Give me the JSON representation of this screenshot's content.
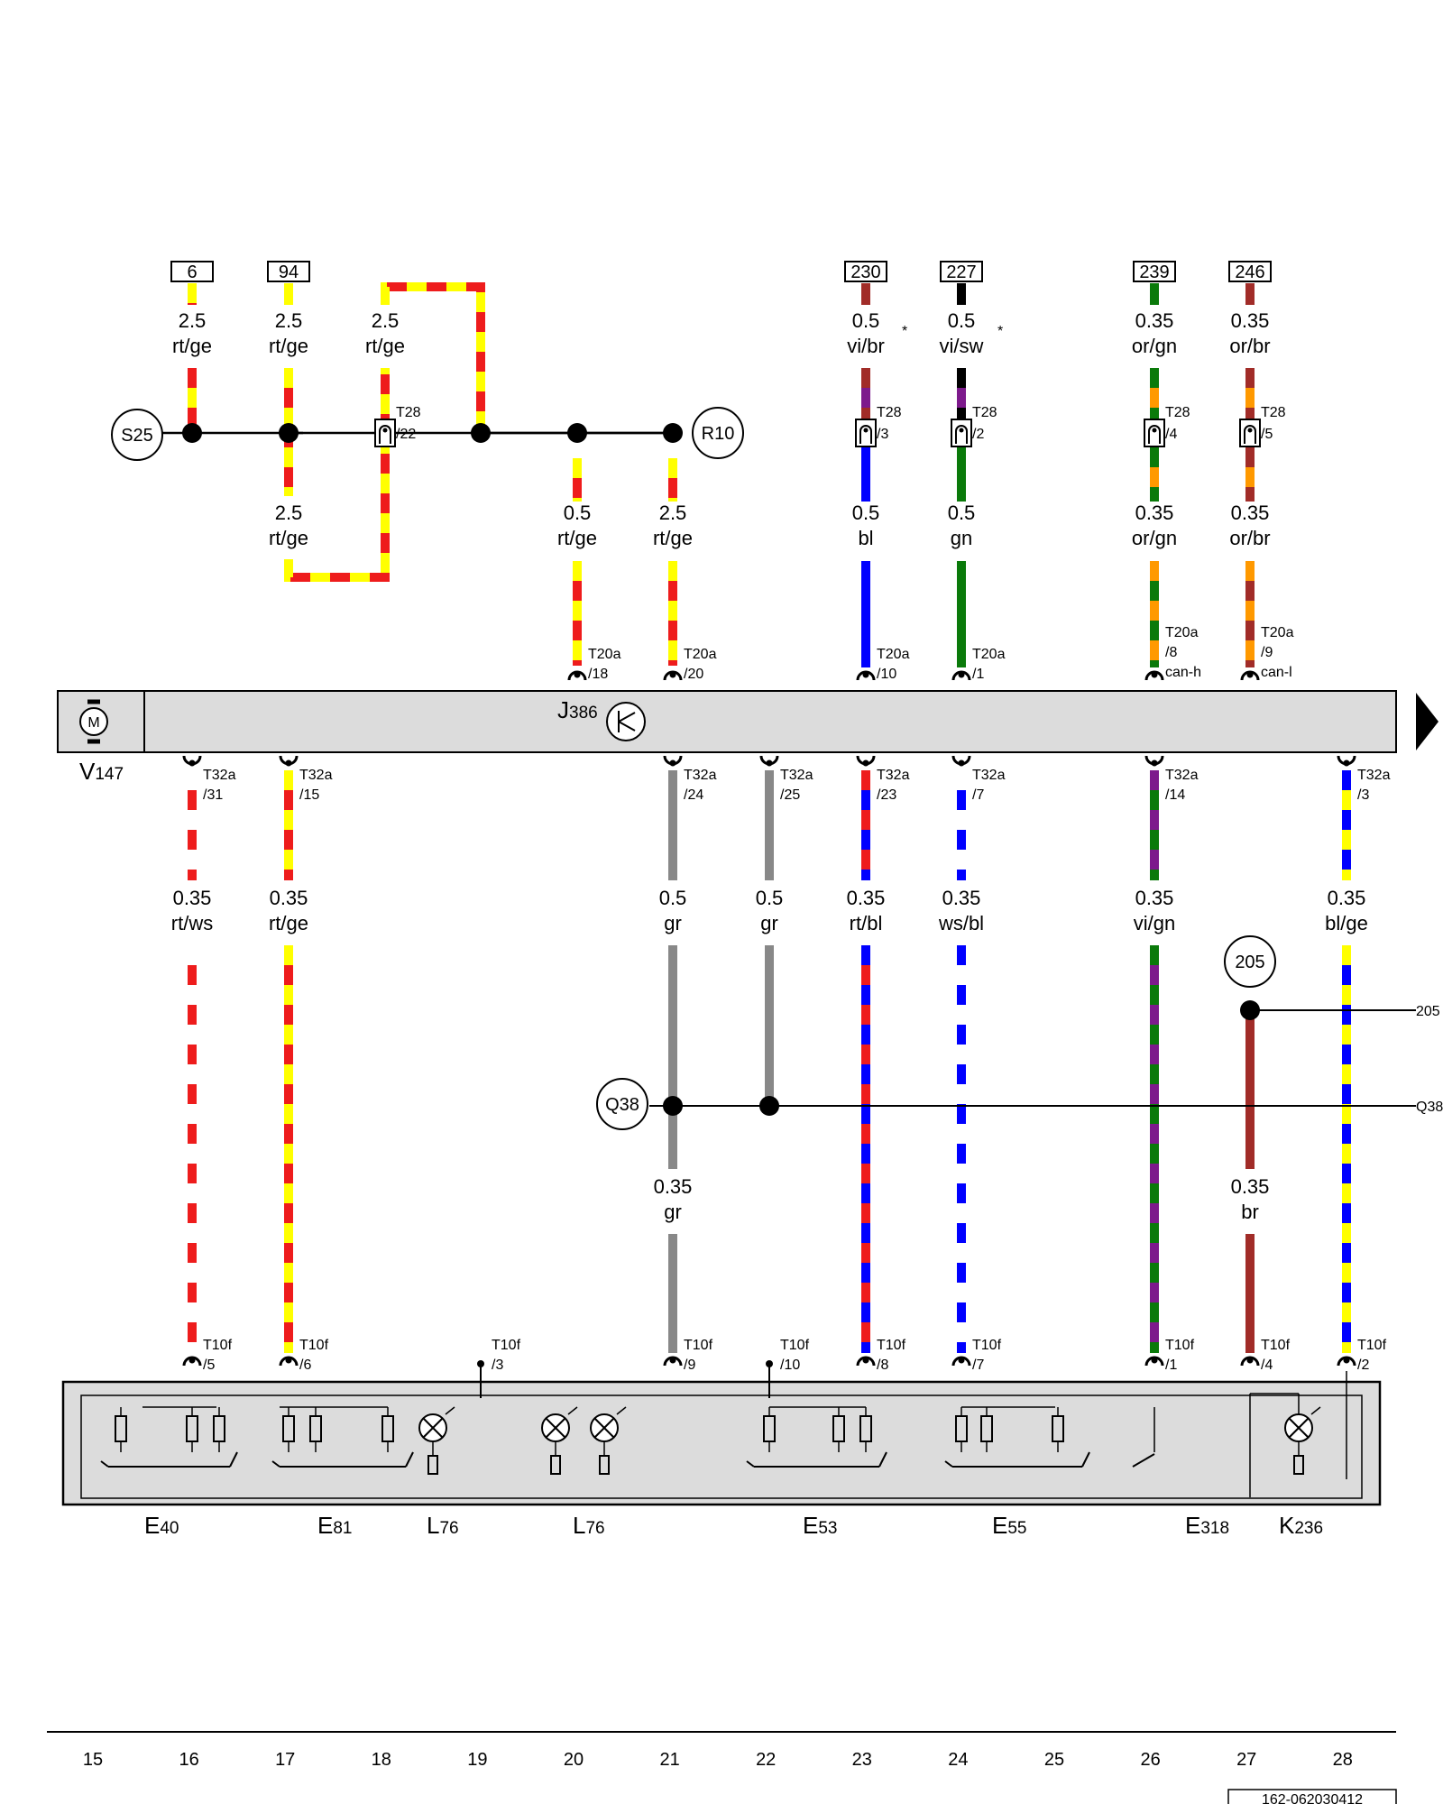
{
  "colors": {
    "rt": "#ee1c1c",
    "ge": "#ffff00",
    "ws": "#ffffff",
    "bl": "#0000ff",
    "gn": "#0a7a0a",
    "vi": "#7d1a8c",
    "br": "#a12c28",
    "sw": "#000000",
    "or": "#ff9900",
    "gr": "#888888",
    "module_fill": "#dcdcdc"
  },
  "top_refs": [
    "6",
    "94",
    "230",
    "227",
    "239",
    "246"
  ],
  "top_labels": [
    {
      "size": "2.5",
      "color": "rt/ge"
    },
    {
      "size": "2.5",
      "color": "rt/ge"
    },
    {
      "size": "2.5",
      "color": "rt/ge"
    },
    {
      "size": "0.5",
      "color": "vi/br"
    },
    {
      "size": "0.5",
      "color": "vi/sw"
    },
    {
      "size": "0.35",
      "color": "or/gn"
    },
    {
      "size": "0.35",
      "color": "or/br"
    }
  ],
  "mid_labels": [
    {
      "size": "2.5",
      "color": "rt/ge"
    },
    {
      "size": "0.5",
      "color": "rt/ge"
    },
    {
      "size": "2.5",
      "color": "rt/ge"
    },
    {
      "size": "0.5",
      "color": "bl"
    },
    {
      "size": "0.5",
      "color": "gn"
    },
    {
      "size": "0.35",
      "color": "or/gn"
    },
    {
      "size": "0.35",
      "color": "or/br"
    }
  ],
  "lower_labels": [
    {
      "size": "0.35",
      "color": "rt/ws"
    },
    {
      "size": "0.35",
      "color": "rt/ge"
    },
    {
      "size": "0.5",
      "color": "gr"
    },
    {
      "size": "0.5",
      "color": "gr"
    },
    {
      "size": "0.35",
      "color": "rt/bl"
    },
    {
      "size": "0.35",
      "color": "ws/bl"
    },
    {
      "size": "0.35",
      "color": "vi/gn"
    },
    {
      "size": "0.35",
      "color": "bl/ge"
    }
  ],
  "q38_label": {
    "size": "0.35",
    "color": "gr"
  },
  "br_label": {
    "size": "0.35",
    "color": "br"
  },
  "asterisk": "*",
  "connectors_t28": [
    {
      "name": "T28",
      "pin": "/22"
    },
    {
      "name": "T28",
      "pin": "/3"
    },
    {
      "name": "T28",
      "pin": "/2"
    },
    {
      "name": "T28",
      "pin": "/4"
    },
    {
      "name": "T28",
      "pin": "/5"
    }
  ],
  "connectors_t20a": [
    {
      "name": "T20a",
      "pin": "/18",
      "extra": ""
    },
    {
      "name": "T20a",
      "pin": "/20",
      "extra": ""
    },
    {
      "name": "T20a",
      "pin": "/10",
      "extra": ""
    },
    {
      "name": "T20a",
      "pin": "/1",
      "extra": ""
    },
    {
      "name": "T20a",
      "pin": "/8",
      "extra": "can-h"
    },
    {
      "name": "T20a",
      "pin": "/9",
      "extra": "can-l"
    }
  ],
  "connectors_t32a": [
    {
      "name": "T32a",
      "pin": "/31"
    },
    {
      "name": "T32a",
      "pin": "/15"
    },
    {
      "name": "T32a",
      "pin": "/24"
    },
    {
      "name": "T32a",
      "pin": "/25"
    },
    {
      "name": "T32a",
      "pin": "/23"
    },
    {
      "name": "T32a",
      "pin": "/7"
    },
    {
      "name": "T32a",
      "pin": "/14"
    },
    {
      "name": "T32a",
      "pin": "/3"
    }
  ],
  "connectors_t10f": [
    {
      "name": "T10f",
      "pin": "/5"
    },
    {
      "name": "T10f",
      "pin": "/6"
    },
    {
      "name": "T10f",
      "pin": "/3"
    },
    {
      "name": "T10f",
      "pin": "/9"
    },
    {
      "name": "T10f",
      "pin": "/10"
    },
    {
      "name": "T10f",
      "pin": "/8"
    },
    {
      "name": "T10f",
      "pin": "/7"
    },
    {
      "name": "T10f",
      "pin": "/1"
    },
    {
      "name": "T10f",
      "pin": "/4"
    },
    {
      "name": "T10f",
      "pin": "/2"
    }
  ],
  "circle_labels": [
    "S25",
    "R10",
    "Q38",
    "205"
  ],
  "edge_refs": [
    "205",
    "Q38"
  ],
  "module_j": {
    "main": "J",
    "sub": "386"
  },
  "motor": {
    "main": "V",
    "sub": "147",
    "symbol": "M"
  },
  "components": [
    {
      "main": "E",
      "sub": "40"
    },
    {
      "main": "E",
      "sub": "81"
    },
    {
      "main": "L",
      "sub": "76"
    },
    {
      "main": "L",
      "sub": "76"
    },
    {
      "main": "E",
      "sub": "53"
    },
    {
      "main": "E",
      "sub": "55"
    },
    {
      "main": "E",
      "sub": "318"
    },
    {
      "main": "K",
      "sub": "236"
    }
  ],
  "grid_numbers": [
    "15",
    "16",
    "17",
    "18",
    "19",
    "20",
    "21",
    "22",
    "23",
    "24",
    "25",
    "26",
    "27",
    "28"
  ],
  "doc_id": "162-062030412"
}
